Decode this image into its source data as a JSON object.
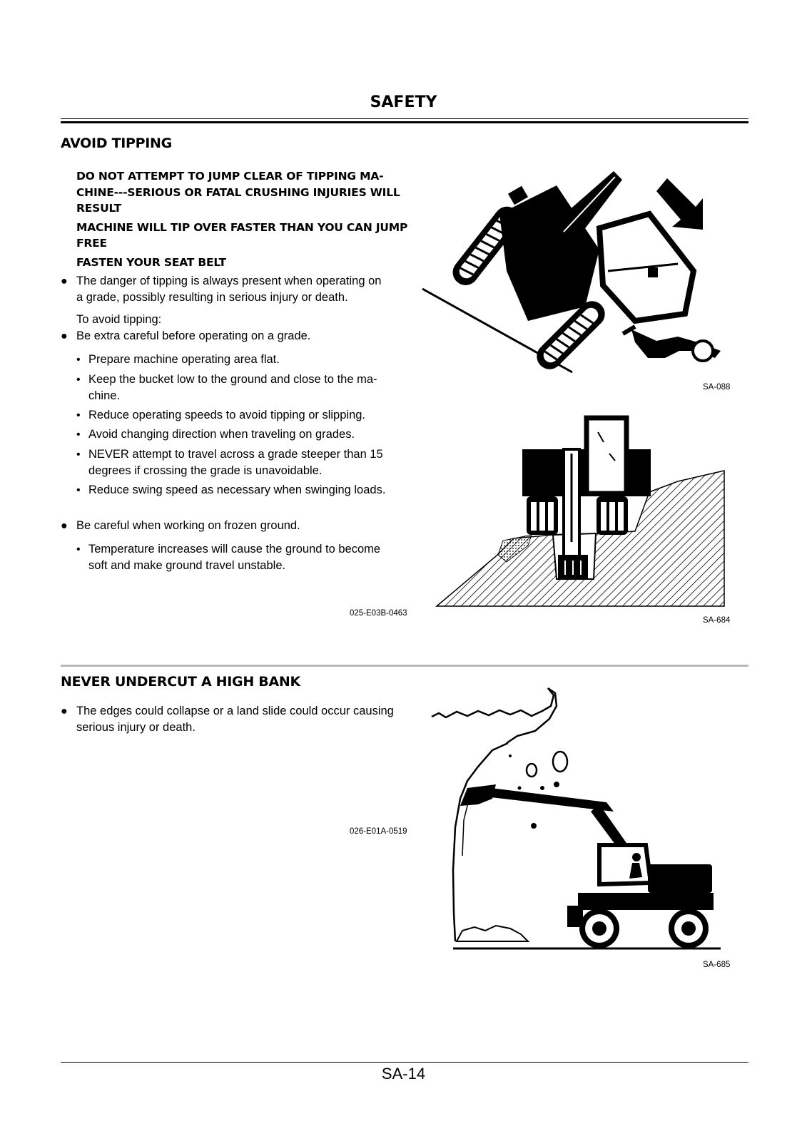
{
  "header": {
    "title": "SAFETY"
  },
  "section1": {
    "title": "AVOID TIPPING",
    "warnings": [
      "DO NOT ATTEMPT TO JUMP CLEAR OF TIPPING MA-",
      "CHINE---SERIOUS OR FATAL CRUSHING INJURIES WILL",
      "RESULT",
      "MACHINE WILL TIP OVER FASTER THAN YOU CAN JUMP",
      "FREE",
      "FASTEN YOUR SEAT BELT"
    ],
    "bullet1": [
      "The danger of tipping is always present when operating on",
      "a grade, possibly resulting in serious injury or death."
    ],
    "intro": "To avoid tipping:",
    "bullet2": "Be extra careful before operating on a grade.",
    "sub_items": [
      [
        "Prepare machine operating area flat."
      ],
      [
        "Keep the bucket low to the ground and close to the ma-",
        "chine."
      ],
      [
        "Reduce operating speeds to avoid tipping or slipping."
      ],
      [
        "Avoid changing direction when traveling on grades."
      ],
      [
        "NEVER attempt to travel across a grade steeper than 15",
        "degrees if crossing the grade is unavoidable."
      ],
      [
        "Reduce swing speed as necessary when swinging loads."
      ]
    ],
    "bullet3": "Be careful when working on frozen ground.",
    "sub_frozen": [
      "Temperature increases will cause the ground to become",
      "soft and make ground travel unstable."
    ],
    "code": "025-E03B-0463",
    "fig1_label": "SA-088",
    "fig2_label": "SA-684"
  },
  "section2": {
    "title": "NEVER UNDERCUT A HIGH BANK",
    "bullet1": [
      "The edges could collapse or a land slide could occur causing",
      "serious injury or death."
    ],
    "code": "026-E01A-0519",
    "fig_label": "SA-685"
  },
  "footer": {
    "page_number": "SA-14"
  }
}
